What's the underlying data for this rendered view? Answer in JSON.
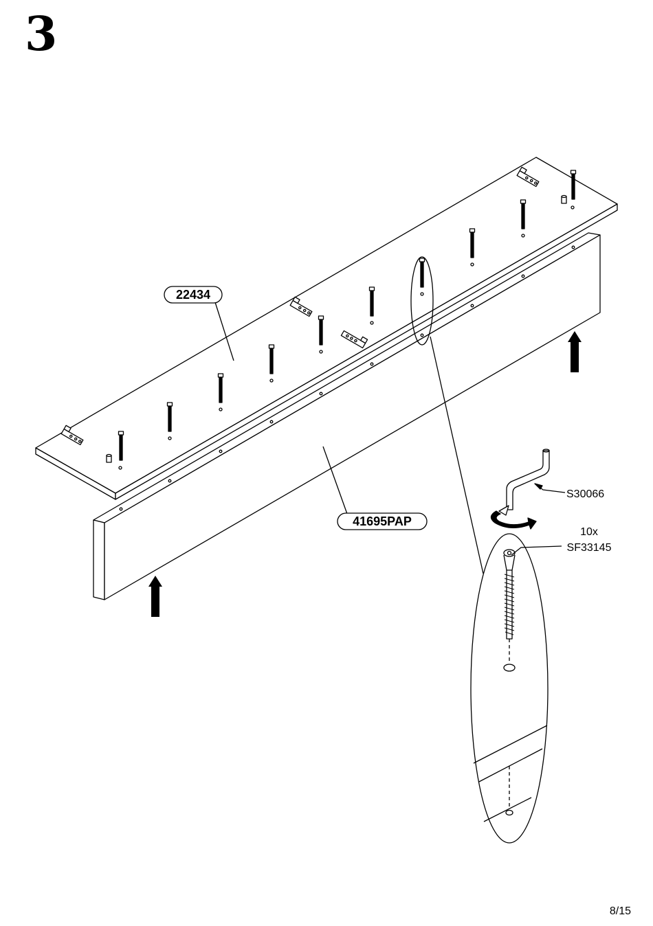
{
  "step": {
    "number": "3"
  },
  "page": {
    "indicator": "8/15"
  },
  "parts": {
    "shelf_label": "22434",
    "back_panel_label": "41695PAP",
    "tool_label": "S30066",
    "screw_qty": "10x",
    "screw_label": "SF33145"
  },
  "icons": {
    "lift_arrow": "up-arrow-icon",
    "rotate": "rotate-clockwise-icon"
  },
  "colors": {
    "line": "#000000",
    "background": "#ffffff"
  }
}
